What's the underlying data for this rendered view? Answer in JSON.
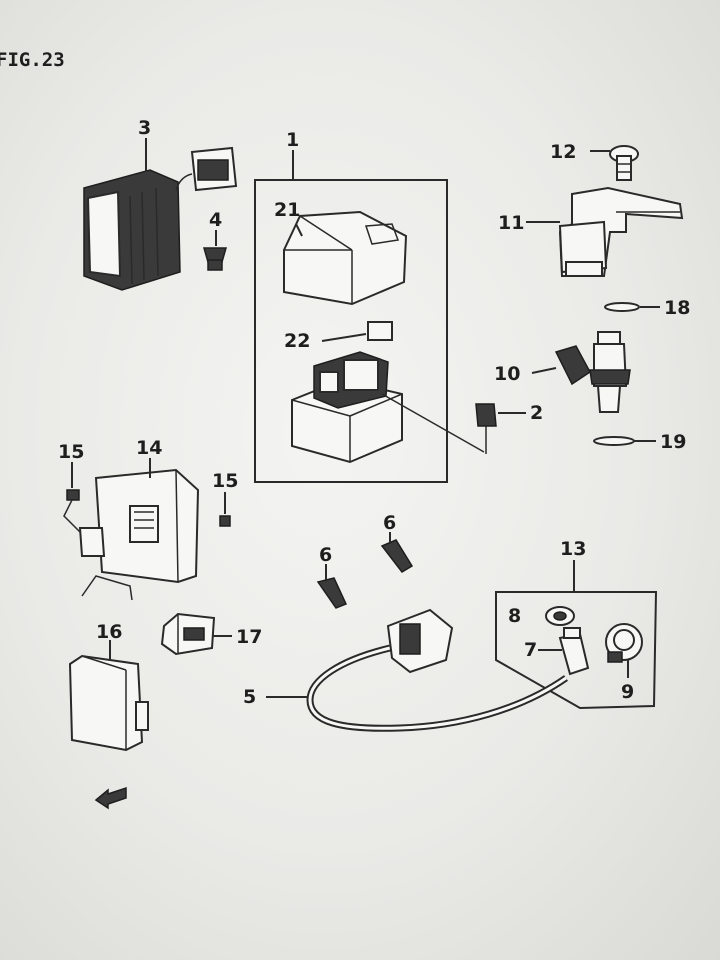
{
  "figure": {
    "title": "FIG.23"
  },
  "callouts": [
    "1",
    "2",
    "3",
    "4",
    "5",
    "6",
    "6",
    "7",
    "8",
    "9",
    "10",
    "11",
    "12",
    "13",
    "14",
    "15",
    "15",
    "16",
    "17",
    "18",
    "19",
    "21",
    "22"
  ]
}
